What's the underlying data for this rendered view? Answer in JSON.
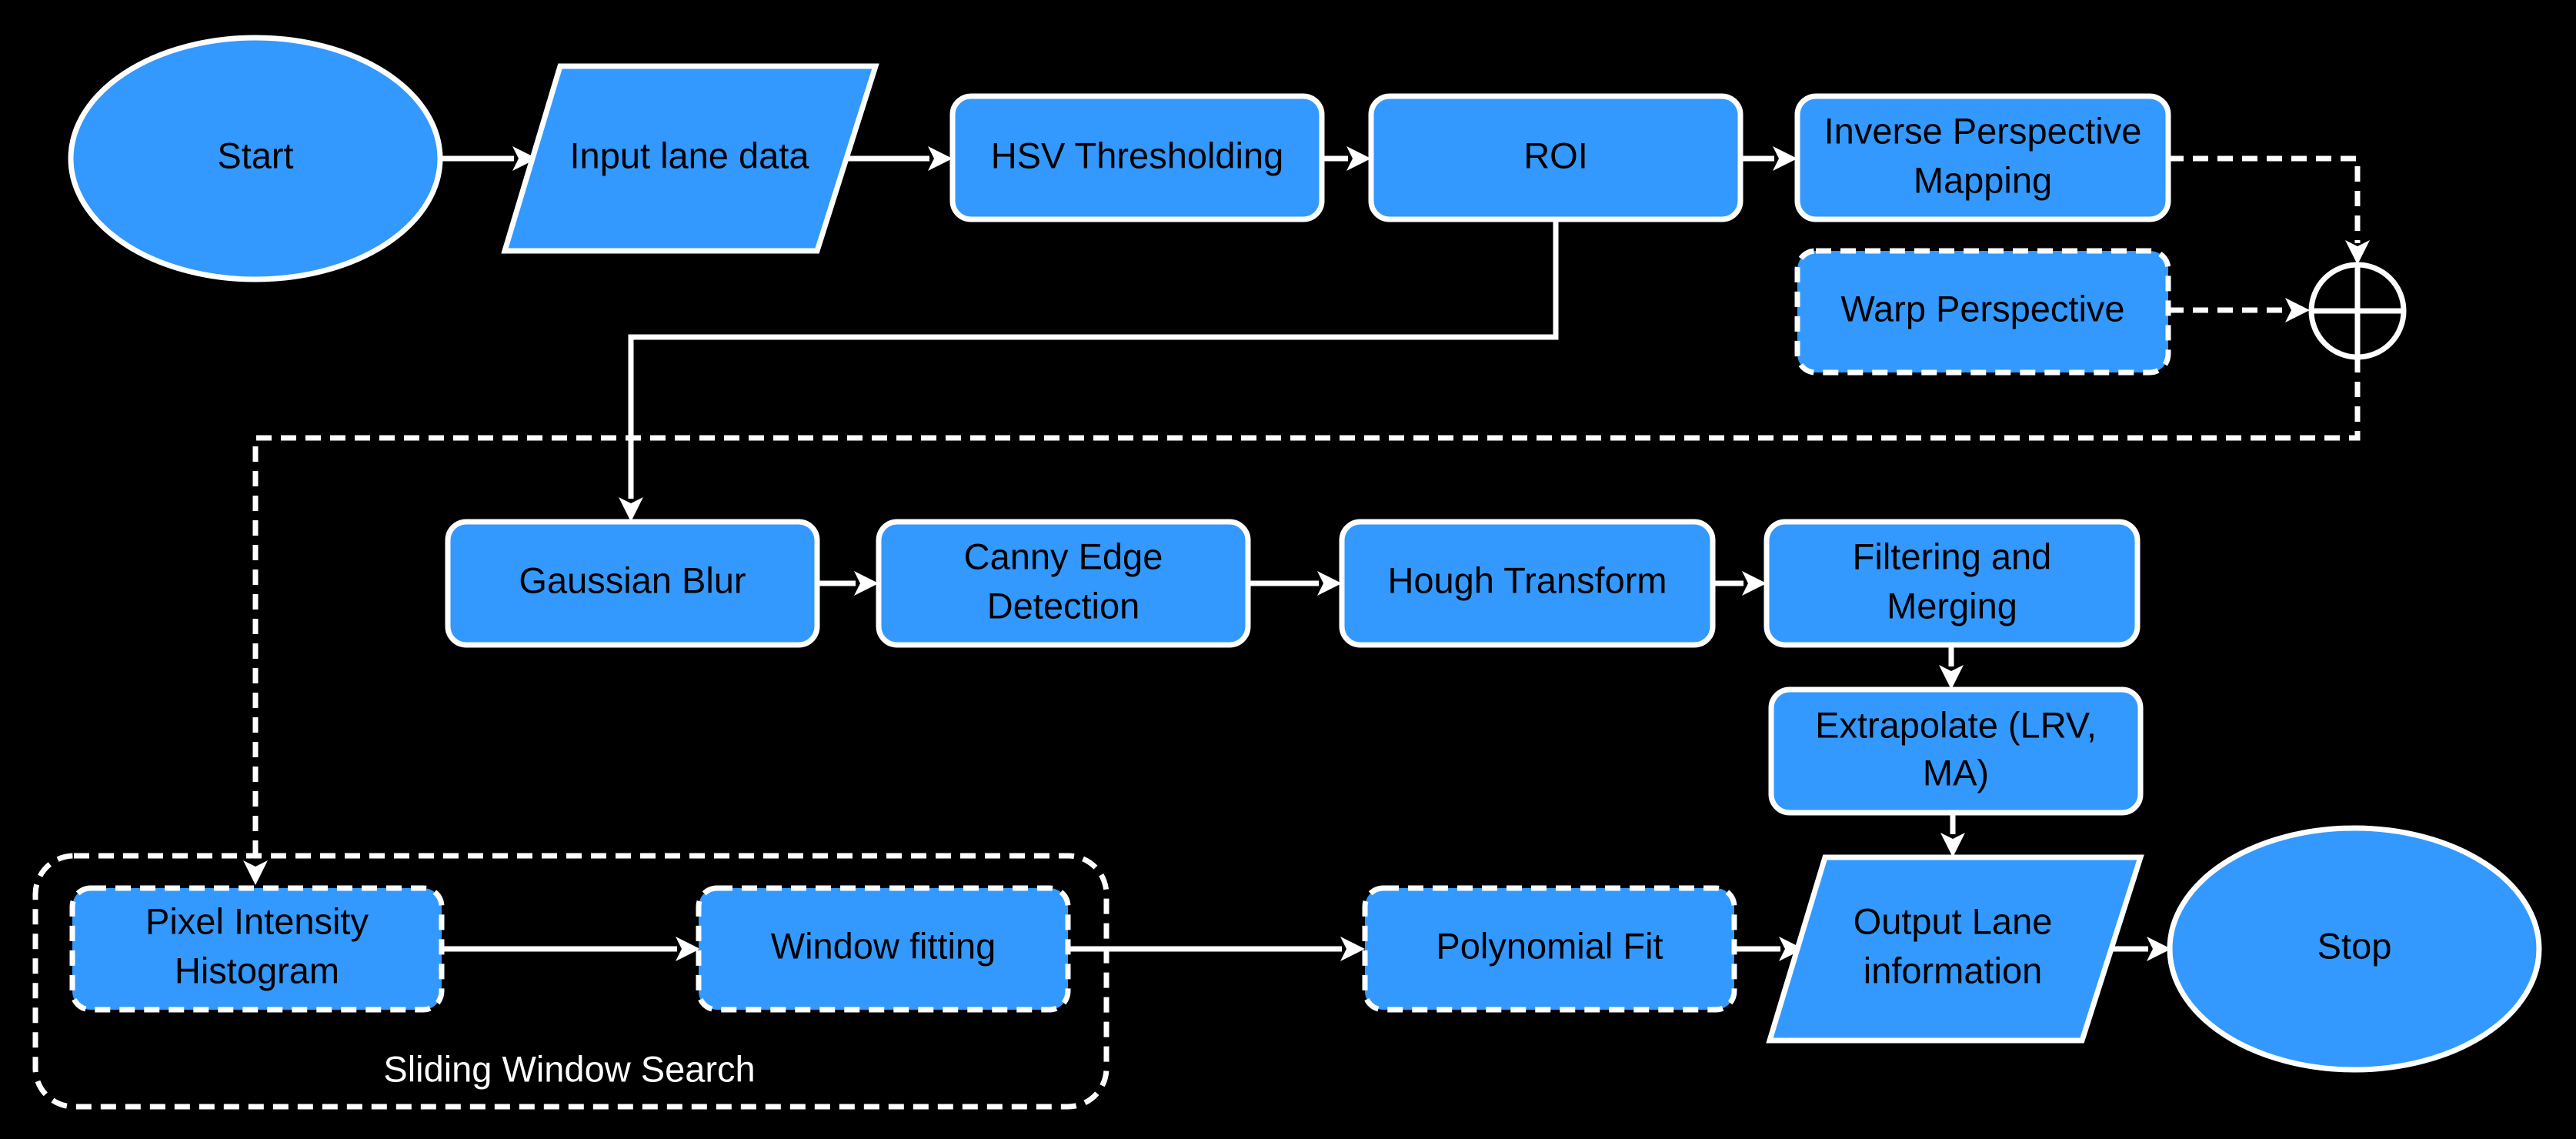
{
  "nodes": {
    "start": "Start",
    "input": "Input lane data",
    "hsv": "HSV Thresholding",
    "roi": "ROI",
    "ipm": [
      "Inverse Perspective",
      "Mapping"
    ],
    "warp": "Warp Perspective",
    "gaussian": "Gaussian Blur",
    "canny": [
      "Canny Edge",
      "Detection"
    ],
    "hough": "Hough Transform",
    "filter": [
      "Filtering and",
      "Merging"
    ],
    "extrapolate": [
      "Extrapolate (LRV,",
      "MA)"
    ],
    "histogram": [
      "Pixel Intensity",
      "Histogram"
    ],
    "window": "Window fitting",
    "poly": "Polynomial Fit",
    "output": [
      "Output Lane",
      "information"
    ],
    "stop": "Stop"
  },
  "groups": {
    "sliding": "Sliding Window Search"
  },
  "colors": {
    "node_fill": "#3399ff",
    "stroke": "#ffffff",
    "background": "#000000",
    "text": "#000000"
  }
}
